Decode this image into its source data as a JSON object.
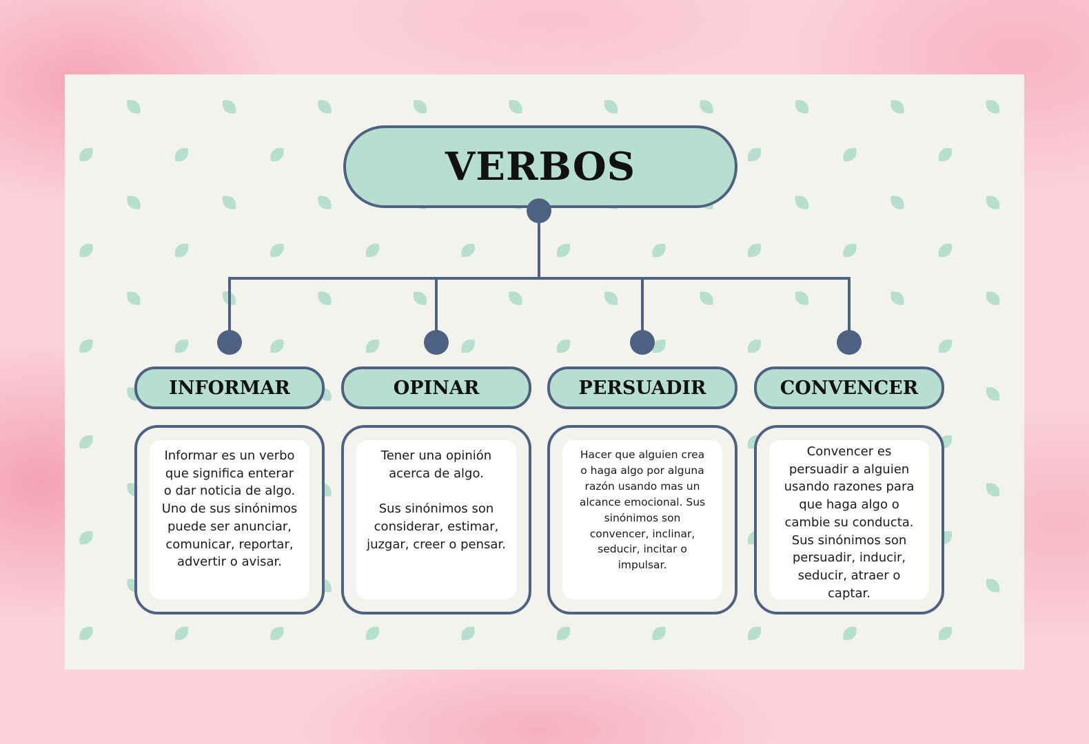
{
  "diagram": {
    "title": "VERBOS",
    "branches": [
      {
        "label": "INFORMAR",
        "description": "Informar es un verbo\nque significa enterar\no dar noticia de algo.\nUno de sus sinónimos\npuede ser anunciar,\ncomunicar, reportar,\nadvertir o avisar."
      },
      {
        "label": "OPINAR",
        "description": "Tener una opinión\nacerca de algo.\n\nSus sinónimos son\nconsiderar, estimar,\njuzgar, creer o pensar."
      },
      {
        "label": "PERSUADIR",
        "description": "Hacer que alguien crea\no haga algo por alguna\nrazón usando mas un\nalcance emocional. Sus\nsinónimos son\nconvencer, inclinar,\nseducir, incitar o\nimpulsar."
      },
      {
        "label": "CONVENCER",
        "description": "Convencer es\npersuadir a alguien\nusando razones para\nque haga algo o\ncambie su conducta.\nSus sinónimos son\npersuadir, inducir,\nseducir, atraer o\ncaptar."
      }
    ]
  },
  "colors": {
    "pill_fill": "#b6dfd0",
    "outline": "#4d6282",
    "panel_bg": "#f3f3ee",
    "leaf": "#b6dfd0",
    "page_bg": "#fbd2db"
  }
}
